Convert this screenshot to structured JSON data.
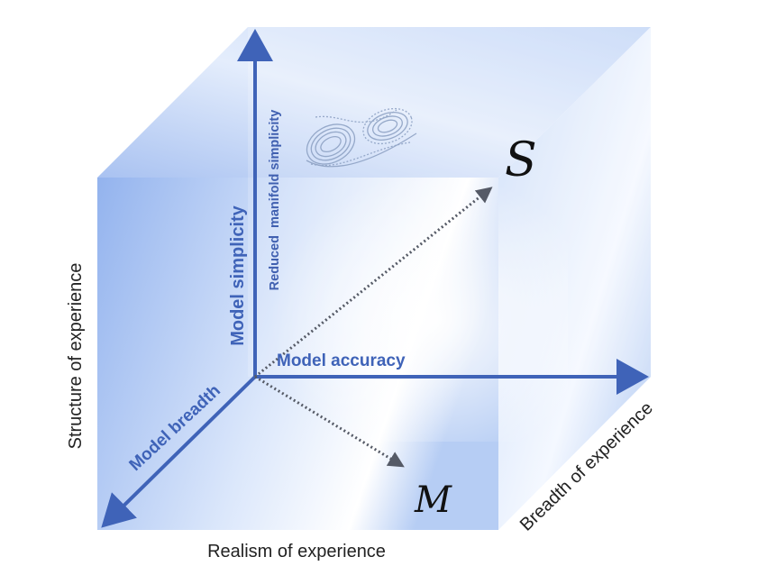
{
  "colors": {
    "axis": "#3f63b8",
    "dotted": "#555a66",
    "cube_light": "#ffffff",
    "cube_mid": "#d6e4fb",
    "cube_dark": "#8fb0ee",
    "label_text": "#222222"
  },
  "axes": {
    "model_simplicity": "Model simplicity",
    "reduced_manifold_simplicity": "Reduced  manifold simplicity",
    "model_accuracy": "Model accuracy",
    "model_breadth": "Model breadth"
  },
  "edges": {
    "structure": "Structure of experience",
    "realism": "Realism of experience",
    "breadth": "Breadth of experience"
  },
  "symbols": {
    "s": "S",
    "m": "M"
  },
  "icons": {
    "attractor": "lorenz-attractor-icon"
  }
}
